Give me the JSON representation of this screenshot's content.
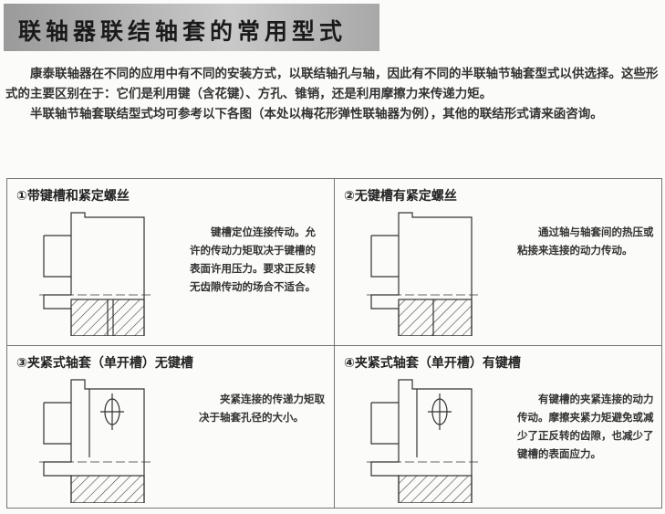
{
  "header": {
    "title": "联轴器联结轴套的常用型式"
  },
  "intro": {
    "p1": "康泰联轴器在不同的应用中有不同的安装方式，以联结轴孔与轴，因此有不同的半联轴节轴套型式以供选择。这些形式的主要区别在于：它们是利用键（含花键）、方孔、锥销，还是利用摩擦力来传递力矩。",
    "p2": "半联轴节轴套联结型式均可参考以下各图（本处以梅花形弹性联轴器为例），其他的联结形式请来函咨询。"
  },
  "cells": [
    {
      "title": "①带键槽和紧定螺丝",
      "desc": "键槽定位连接传动。允许的传动力矩取决于键槽的表面许用压力。要求正反转无齿隙传动的场合不适合。"
    },
    {
      "title": "②无键槽有紧定螺丝",
      "desc": "通过轴与轴套间的热压或粘接来连接的动力传动。"
    },
    {
      "title": "③夹紧式轴套（单开槽）无键槽",
      "desc": "夹紧连接的传递力矩取决于轴套孔径的大小。"
    },
    {
      "title": "④夹紧式轴套（单开槽）有键槽",
      "desc": "有键槽的夹紧连接的动力传动。摩擦夹紧力矩避免或减少了正反转的齿隙，也减少了键槽的表面应力。"
    }
  ]
}
